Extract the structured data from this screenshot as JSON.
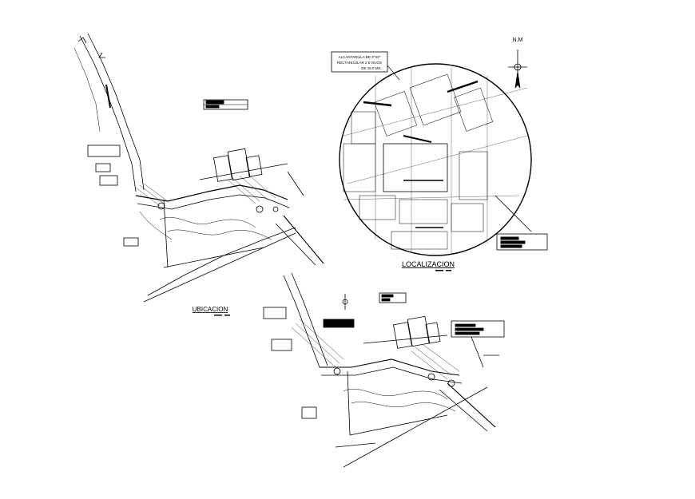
{
  "drawing": {
    "title_localizacion": "LOCALIZACION",
    "title_ubicacion": "UBICACION",
    "north_label": "N.M",
    "callout": {
      "line1": "ALCANTARILLA DE 3\"X2\"",
      "line2": "RECTANGULAR 2 E DUOS",
      "line3": "DE 15.0 MS."
    }
  },
  "colors": {
    "ink": "#000000",
    "paper": "#ffffff"
  }
}
